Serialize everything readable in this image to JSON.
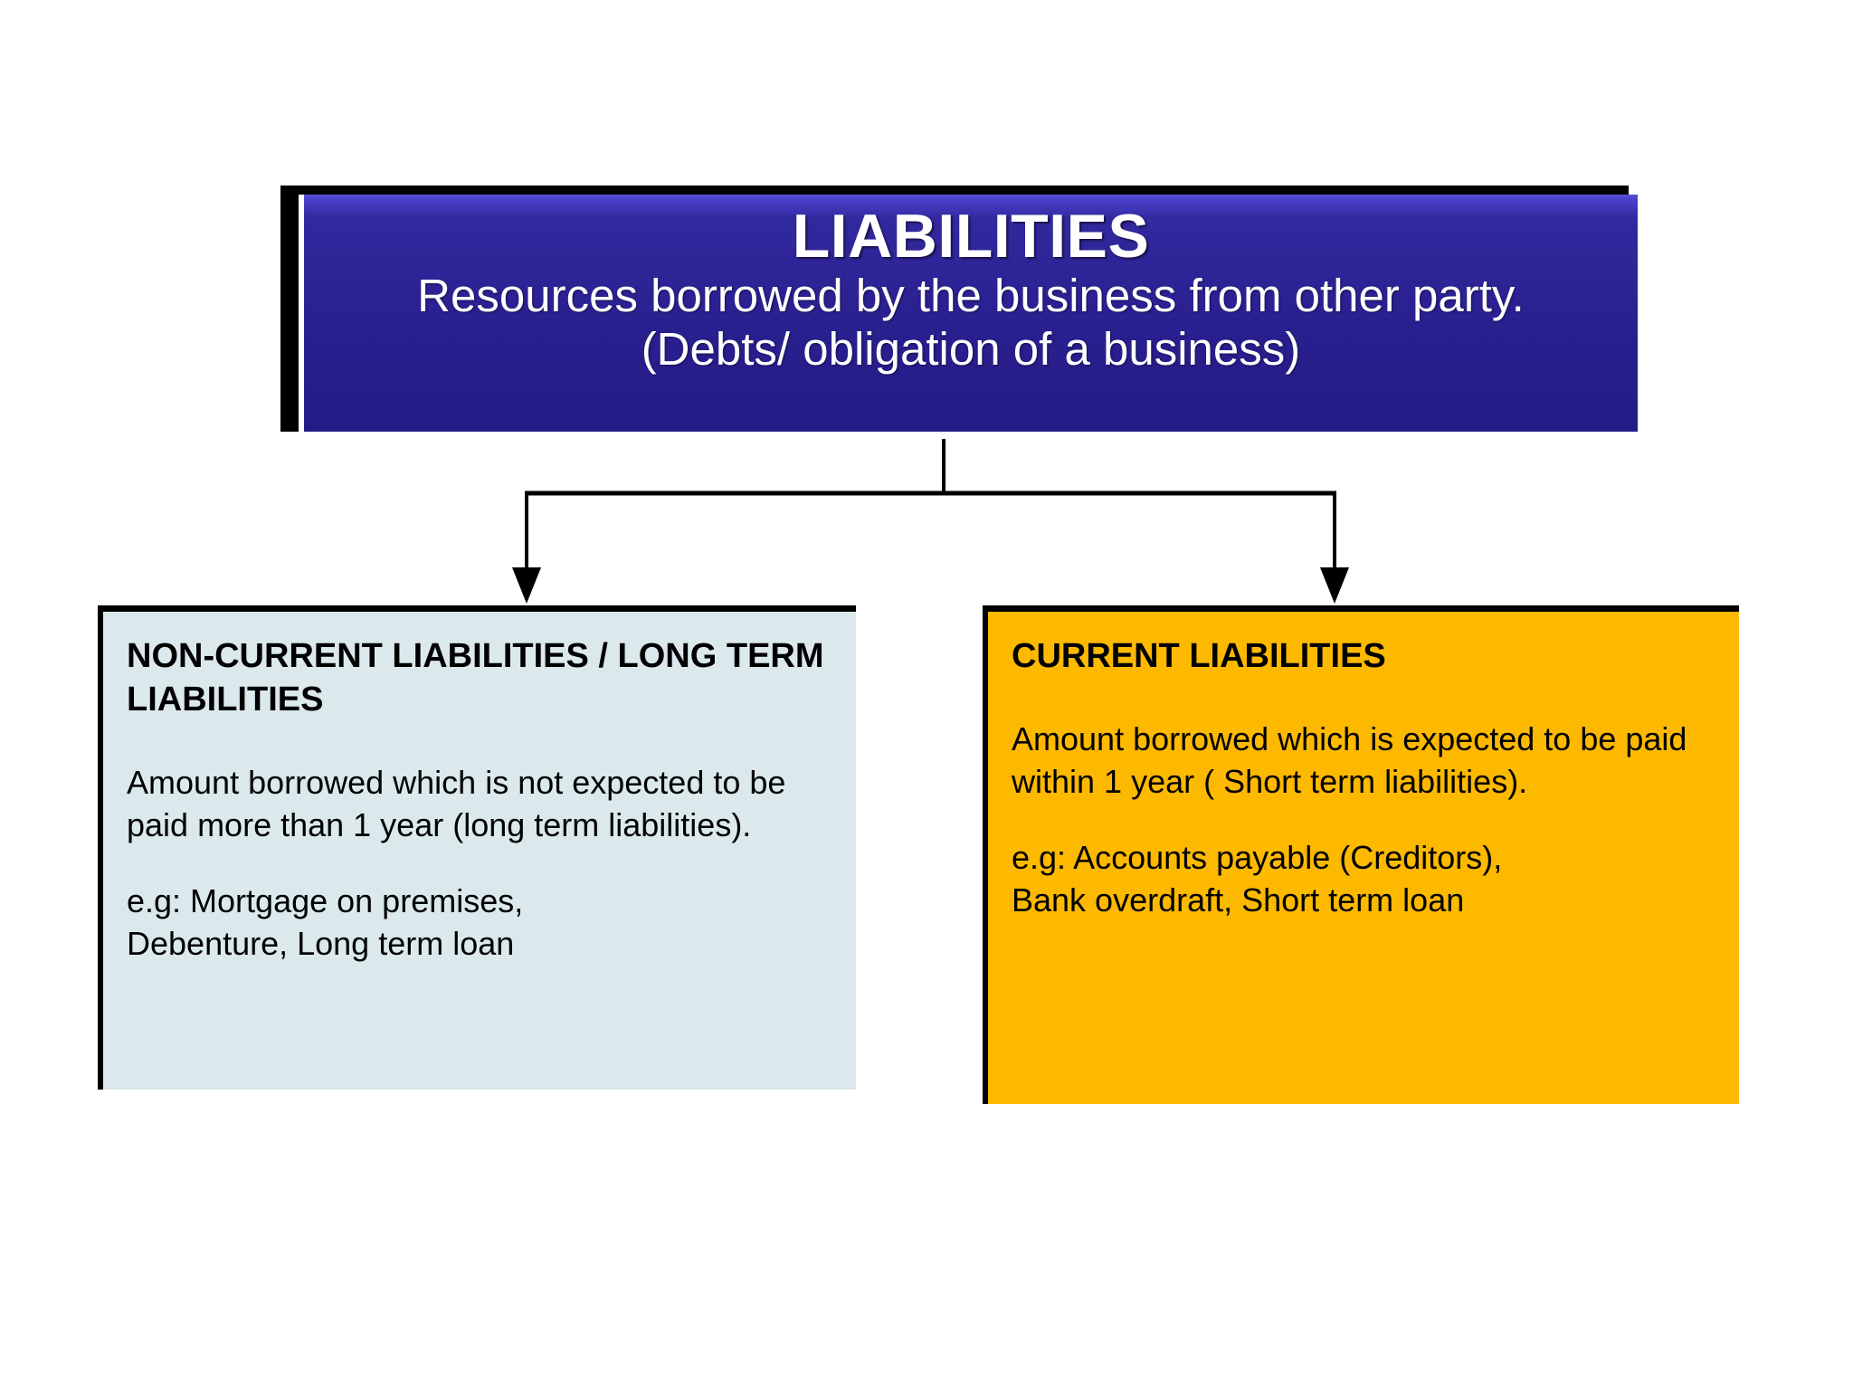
{
  "diagram": {
    "background_color": "#ffffff",
    "header": {
      "title": "LIABILITIES",
      "subtitle_line1": "Resources borrowed by the business from other party.",
      "subtitle_line2": "(Debts/ obligation of a business)",
      "fill_color": "#2a2192",
      "text_color": "#ffffff",
      "shadow_color": "#000000"
    },
    "connector": {
      "line_color": "#000000",
      "style": "elbow-with-arrowheads",
      "branch_count": 2
    },
    "branches": [
      {
        "id": "non-current-liabilities",
        "title": "NON-CURRENT LIABILITIES / LONG TERM LIABILITIES",
        "body": "Amount borrowed which is not expected to be paid more than 1 year (long term liabilities).",
        "example_line1": "e.g: Mortgage on premises,",
        "example_line2": "        Debenture, Long term loan",
        "fill_color": "#dbe9ec",
        "text_color": "#000000"
      },
      {
        "id": "current-liabilities",
        "title": "CURRENT LIABILITIES",
        "body": "Amount borrowed which is expected to be paid within 1 year ( Short term liabilities).",
        "example_line1": "e.g: Accounts payable (Creditors),",
        "example_line2": "        Bank overdraft, Short term loan",
        "fill_color": "#fcb900",
        "text_color": "#000000"
      }
    ]
  }
}
